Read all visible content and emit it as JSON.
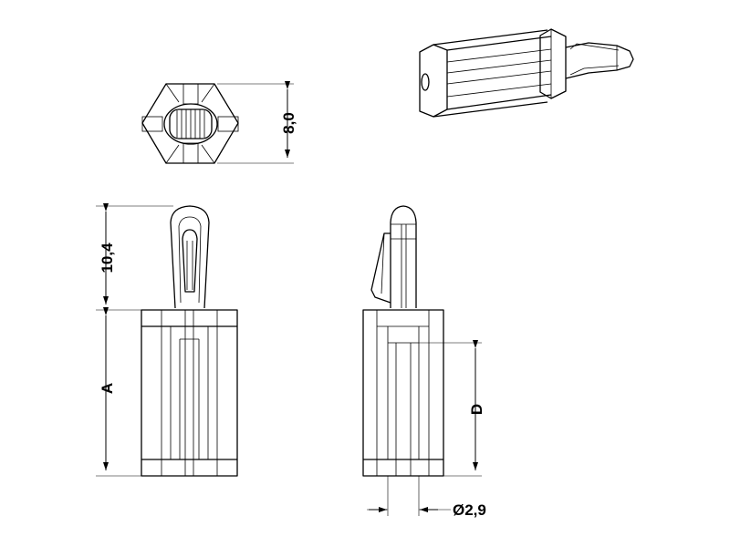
{
  "dimensions": {
    "width_across_flats": "8,0",
    "pin_height": "10,4",
    "body_height": "A",
    "depth": "D",
    "hole_diameter": "Ø2,9"
  },
  "colors": {
    "line": "#000000",
    "background": "#ffffff"
  }
}
